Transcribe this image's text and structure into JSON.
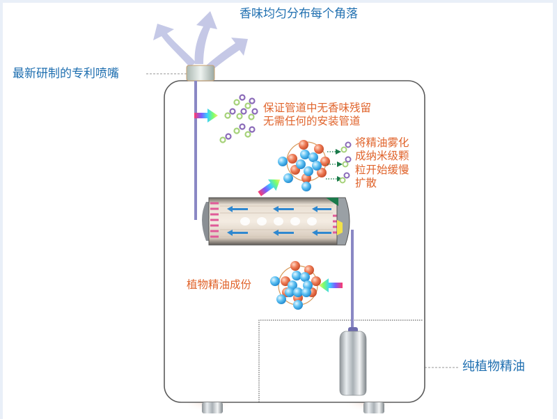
{
  "diagram": {
    "title_top": "香味均匀分布每个角落",
    "nozzle_label": "最新研制的专利喷嘴",
    "pipe_note": [
      "保证管道中无香味残留",
      "无需任何的安装管道"
    ],
    "atomize_note": [
      "将精油雾化",
      "成纳米级颗",
      "粒开始缓慢",
      "扩散"
    ],
    "component_label": "植物精油成份",
    "bottle_label": "纯植物精油"
  },
  "colors": {
    "label_blue": "#1f6fb0",
    "label_orange": "#e0642c",
    "background": "#e9eff8",
    "arrow_mist": "#b9bfe0",
    "pipe": "#8a88c4",
    "molecule_blue": "#3aa6e6",
    "molecule_orange": "#e46a44",
    "particle_purple": "#8a6ab8",
    "particle_green": "#a6d27a"
  }
}
